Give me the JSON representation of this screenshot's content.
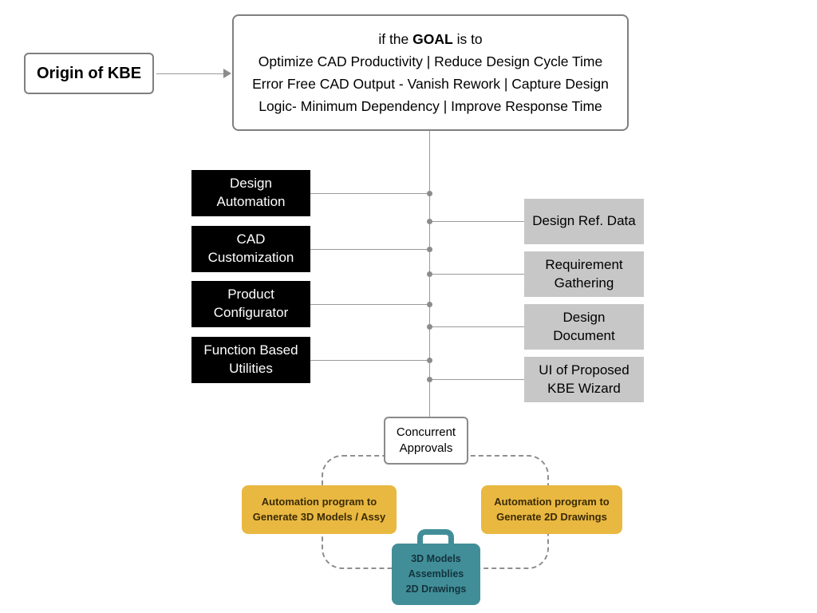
{
  "title": "Origin of KBE flow diagram",
  "origin": {
    "label": "Origin of KBE"
  },
  "goal": {
    "heading_prefix": "if the ",
    "heading_bold": "GOAL",
    "heading_suffix": " is to",
    "lines": [
      "Optimize CAD Productivity | Reduce Design Cycle Time",
      "Error Free CAD Output - Vanish Rework | Capture Design",
      "Logic- Minimum Dependency | Improve Response Time"
    ]
  },
  "left_nodes": [
    {
      "label": "Design\nAutomation"
    },
    {
      "label": "CAD\nCustomization"
    },
    {
      "label": "Product\nConfigurator"
    },
    {
      "label": "Function Based\nUtilities"
    }
  ],
  "right_nodes": [
    {
      "label": "Design Ref. Data"
    },
    {
      "label": "Requirement\nGathering"
    },
    {
      "label": "Design\nDocument"
    },
    {
      "label": "UI of Proposed\nKBE Wizard"
    }
  ],
  "concurrent": {
    "label": "Concurrent\nApprovals"
  },
  "automation_3d": {
    "label": "Automation program to\nGenerate 3D Models / Assy"
  },
  "automation_2d": {
    "label": "Automation program to\nGenerate 2D Drawings"
  },
  "output_case": {
    "label": "3D Models\nAssemblies\n2D Drawings"
  },
  "colors": {
    "node_black": "#000000",
    "node_gray": "#c7c7c7",
    "node_yellow": "#e9b841",
    "node_teal": "#418e99",
    "outline_gray": "#7f7f7f",
    "connector_gray": "#9a9a9a"
  }
}
